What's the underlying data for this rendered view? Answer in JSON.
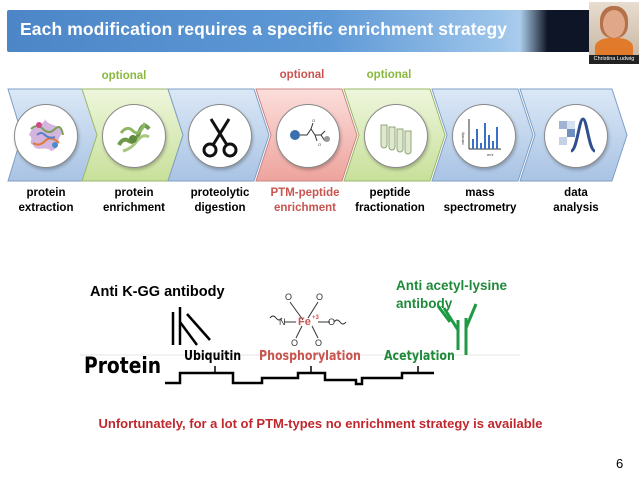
{
  "slide": {
    "title": "Each modification requires a specific enrichment strategy",
    "page_number": "6"
  },
  "webcam": {
    "name": "Christina Ludwig"
  },
  "workflow": {
    "optional_labels": [
      "optional",
      "optional",
      "optional"
    ],
    "steps": [
      {
        "line1": "protein",
        "line2": "extraction",
        "icon": "protein-structure-icon"
      },
      {
        "line1": "protein",
        "line2": "enrichment",
        "icon": "protein-ribbon-icon"
      },
      {
        "line1": "proteolytic",
        "line2": "digestion",
        "icon": "scissors-icon"
      },
      {
        "line1": "PTM-peptide",
        "line2": "enrichment",
        "icon": "chemical-bead-icon"
      },
      {
        "line1": "peptide",
        "line2": "fractionation",
        "icon": "tubes-icon"
      },
      {
        "line1": "mass",
        "line2": "spectrometry",
        "icon": "spectrum-icon"
      },
      {
        "line1": "data",
        "line2": "analysis",
        "icon": "data-peak-icon"
      }
    ],
    "spectrum_axis": {
      "y": "intensity",
      "x": "m/z"
    },
    "colors": {
      "blue": "#b7cde8",
      "green": "#d5e8b0",
      "red": "#f3b5b0"
    }
  },
  "diagram": {
    "anti_kgg": "Anti K-GG antibody",
    "anti_acetyl_line1": "Anti acetyl-lysine",
    "anti_acetyl_line2": "antibody",
    "protein": "Protein",
    "ubiquitin": "Ubiquitin",
    "phosphorylation": "Phosphorylation",
    "acetylation": "Acetylation",
    "iron": "Fe",
    "iron_charge": "+3",
    "nitrogen": "N",
    "oxygen": "O"
  },
  "footer_note": "Unfortunately, for a lot of PTM-types no enrichment strategy is available"
}
